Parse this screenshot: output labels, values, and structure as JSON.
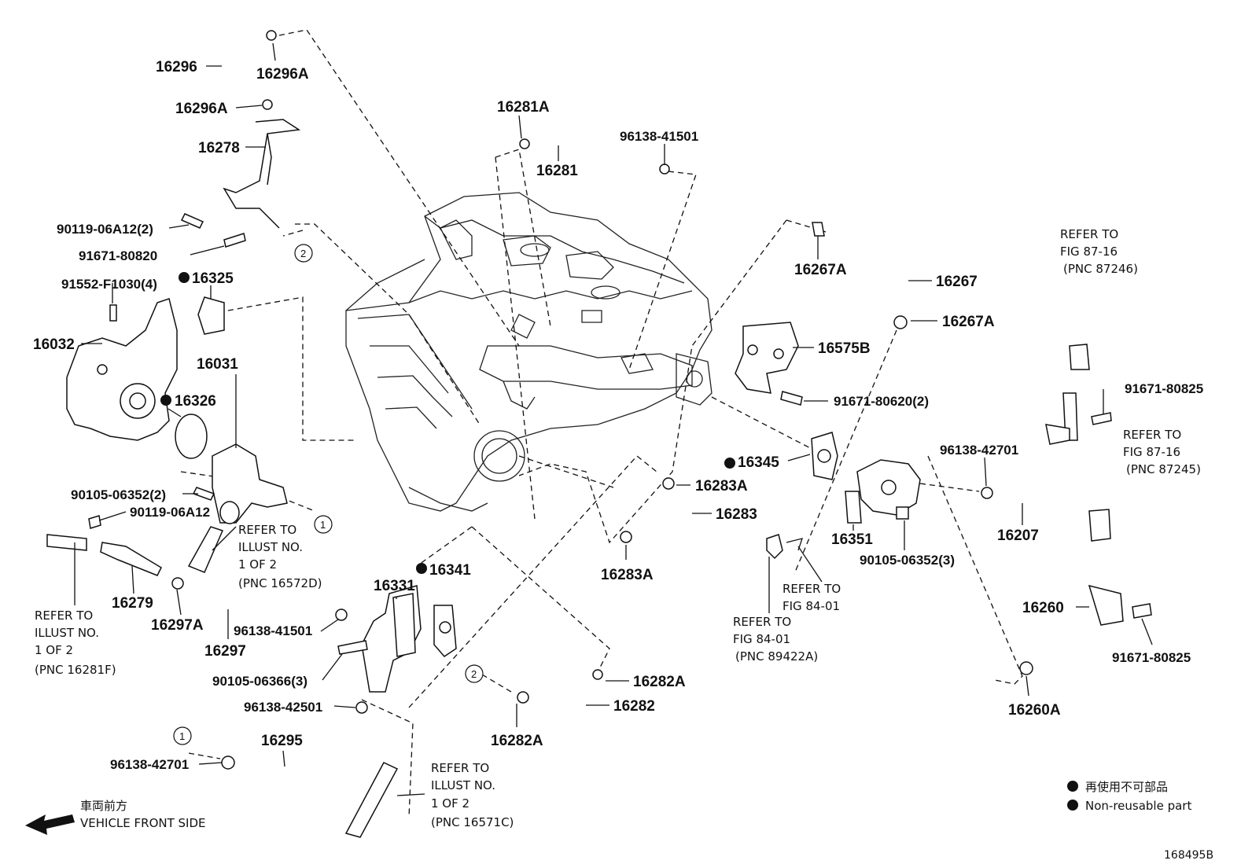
{
  "diagram_id": "168495B",
  "callouts": {
    "p16296": "16296",
    "p16296A_a": "16296A",
    "p16296A_b": "16296A",
    "p16278": "16278",
    "p90119_06A12_2": "90119-06A12(2)",
    "p91671_80820": "91671-80820",
    "p91552_F1030_4": "91552-F1030(4)",
    "p16325": "16325",
    "p16032": "16032",
    "p16031": "16031",
    "p16326": "16326",
    "p90105_06352_2": "90105-06352(2)",
    "p90119_06A12": "90119-06A12",
    "p16279": "16279",
    "p16297A": "16297A",
    "p96138_41501_a": "96138-41501",
    "p16297": "16297",
    "p90105_06366_3": "90105-06366(3)",
    "p96138_42501": "96138-42501",
    "p16295": "16295",
    "p96138_42701_a": "96138-42701",
    "p16331": "16331",
    "p16341": "16341",
    "p16281A": "16281A",
    "p16281": "16281",
    "p96138_41501_b": "96138-41501",
    "p16283A_a": "16283A",
    "p16283": "16283",
    "p16283A_b": "16283A",
    "p16282A_a": "16282A",
    "p16282": "16282",
    "p16282A_b": "16282A",
    "p16267A_a": "16267A",
    "p16267": "16267",
    "p16267A_b": "16267A",
    "p16575B": "16575B",
    "p91671_80620_2": "91671-80620(2)",
    "p16345": "16345",
    "p16351": "16351",
    "p90105_06352_3": "90105-06352(3)",
    "p96138_42701_b": "96138-42701",
    "p16207": "16207",
    "p91671_80825_a": "91671-80825",
    "p16260": "16260",
    "p91671_80825_b": "91671-80825",
    "p16260A": "16260A"
  },
  "references": {
    "r1_l1": "REFER TO",
    "r1_l2": "ILLUST NO.",
    "r1_l3": "1 OF 2",
    "r1_l4": "(PNC 16572D)",
    "r2_l1": "REFER TO",
    "r2_l2": "ILLUST NO.",
    "r2_l3": "1 OF 2",
    "r2_l4": "(PNC 16281F)",
    "r3_l1": "REFER TO",
    "r3_l2": "ILLUST NO.",
    "r3_l3": "1 OF 2",
    "r3_l4": "(PNC 16571C)",
    "r4_l1": "REFER TO",
    "r4_l2": "FIG 84-01",
    "r5_l1": "REFER TO",
    "r5_l2": "FIG 84-01",
    "r5_l3": "(PNC 89422A)",
    "r6_l1": "REFER TO",
    "r6_l2": "FIG 87-16",
    "r6_l3": "(PNC 87246)",
    "r7_l1": "REFER TO",
    "r7_l2": "FIG 87-16",
    "r7_l3": "(PNC 87245)"
  },
  "markers": {
    "m1": "1",
    "m2": "2",
    "m1b": "1",
    "m2b": "2"
  },
  "legend": {
    "jp": "再使用不可部品",
    "en": "Non-reusable part",
    "front_jp": "車両前方",
    "front_en": "VEHICLE FRONT SIDE"
  }
}
